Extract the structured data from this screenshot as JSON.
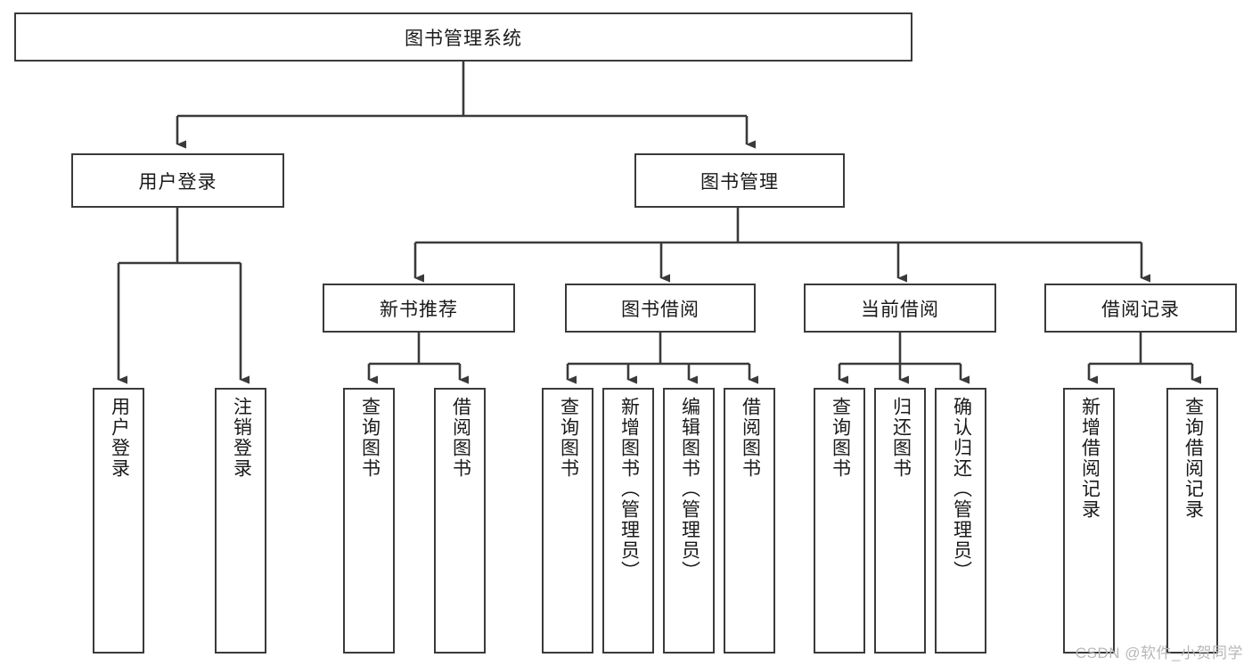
{
  "diagram": {
    "type": "tree-hierarchy",
    "root": {
      "id": "root",
      "label": "图书管理系统"
    },
    "level2": [
      {
        "id": "user-login",
        "label": "用户登录"
      },
      {
        "id": "book-management",
        "label": "图书管理"
      }
    ],
    "level3": [
      {
        "id": "new-book-recommend",
        "label": "新书推荐",
        "parent": "book-management"
      },
      {
        "id": "book-borrow",
        "label": "图书借阅",
        "parent": "book-management"
      },
      {
        "id": "current-borrow",
        "label": "当前借阅",
        "parent": "book-management"
      },
      {
        "id": "borrow-record",
        "label": "借阅记录",
        "parent": "book-management"
      }
    ],
    "leaves": [
      {
        "id": "leaf-user-login",
        "label": "用户登录",
        "parent": "user-login"
      },
      {
        "id": "leaf-logout",
        "label": "注销登录",
        "parent": "user-login"
      },
      {
        "id": "leaf-query-book-1",
        "label": "查询图书",
        "parent": "new-book-recommend"
      },
      {
        "id": "leaf-borrow-book-1",
        "label": "借阅图书",
        "parent": "new-book-recommend"
      },
      {
        "id": "leaf-query-book-2",
        "label": "查询图书",
        "parent": "book-borrow"
      },
      {
        "id": "leaf-add-book",
        "label": "新增图书（管理员）",
        "parent": "book-borrow"
      },
      {
        "id": "leaf-edit-book",
        "label": "编辑图书（管理员）",
        "parent": "book-borrow"
      },
      {
        "id": "leaf-borrow-book-2",
        "label": "借阅图书",
        "parent": "book-borrow"
      },
      {
        "id": "leaf-query-book-3",
        "label": "查询图书",
        "parent": "current-borrow"
      },
      {
        "id": "leaf-return-book",
        "label": "归还图书",
        "parent": "current-borrow"
      },
      {
        "id": "leaf-confirm-return",
        "label": "确认归还（管理员）",
        "parent": "current-borrow"
      },
      {
        "id": "leaf-add-record",
        "label": "新增借阅记录",
        "parent": "borrow-record"
      },
      {
        "id": "leaf-query-record",
        "label": "查询借阅记录",
        "parent": "borrow-record"
      }
    ],
    "colors": {
      "stroke": "#3a3a3a",
      "box_fill": "#ffffff",
      "text": "#1a1a1a",
      "watermark": "#b8b8b8"
    }
  },
  "watermark": {
    "text": "CSDN @软件_小贺同学"
  }
}
